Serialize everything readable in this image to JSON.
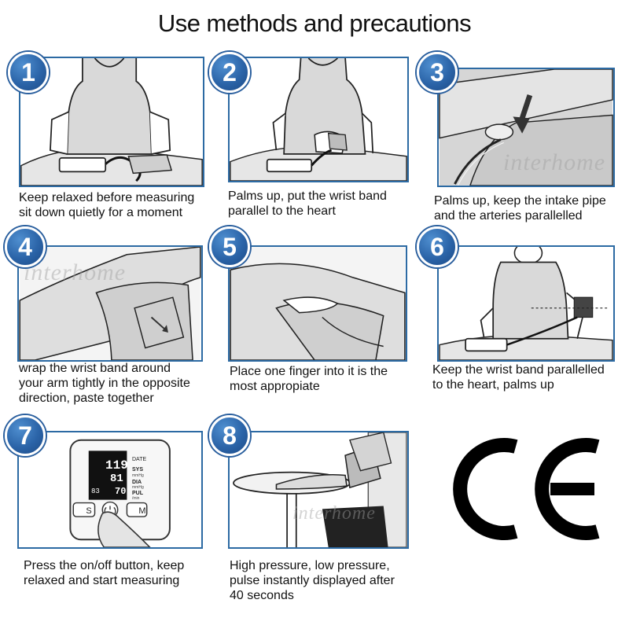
{
  "title": "Use methods and precautions",
  "steps": [
    {
      "number": "1",
      "caption": "Keep relaxed before measuring\nsit down quietly for a moment"
    },
    {
      "number": "2",
      "caption": "Palms up, put the wrist band\nparallel to the heart"
    },
    {
      "number": "3",
      "caption": "Palms up, keep the intake pipe\nand the arteries parallelled"
    },
    {
      "number": "4",
      "caption": "wrap the wrist band around\nyour arm tightly in the opposite\ndirection, paste together"
    },
    {
      "number": "5",
      "caption": "Place one finger into it is the\nmost appropiate"
    },
    {
      "number": "6",
      "caption": "Keep the wrist band parallelled\nto the heart, palms up"
    },
    {
      "number": "7",
      "caption": "Press the on/off button, keep\nrelaxed and start measuring"
    },
    {
      "number": "8",
      "caption": "High pressure, low pressure,\npulse instantly displayed after\n40 seconds"
    }
  ],
  "device": {
    "date_label": "DATE",
    "sys_label": "SYS",
    "dia_label": "DIA",
    "pul_label": "PUL",
    "unit_mmhg": "mmHg",
    "unit_min": "/min",
    "sys_value": "119",
    "dia_value": "81",
    "pul_value": "70",
    "mem_value": "83",
    "button_s": "S",
    "button_m": "M"
  },
  "watermark_text": "interhome",
  "certification_mark": "CE",
  "colors": {
    "frame_border": "#2c6aa3",
    "badge": "#2b64a8"
  }
}
